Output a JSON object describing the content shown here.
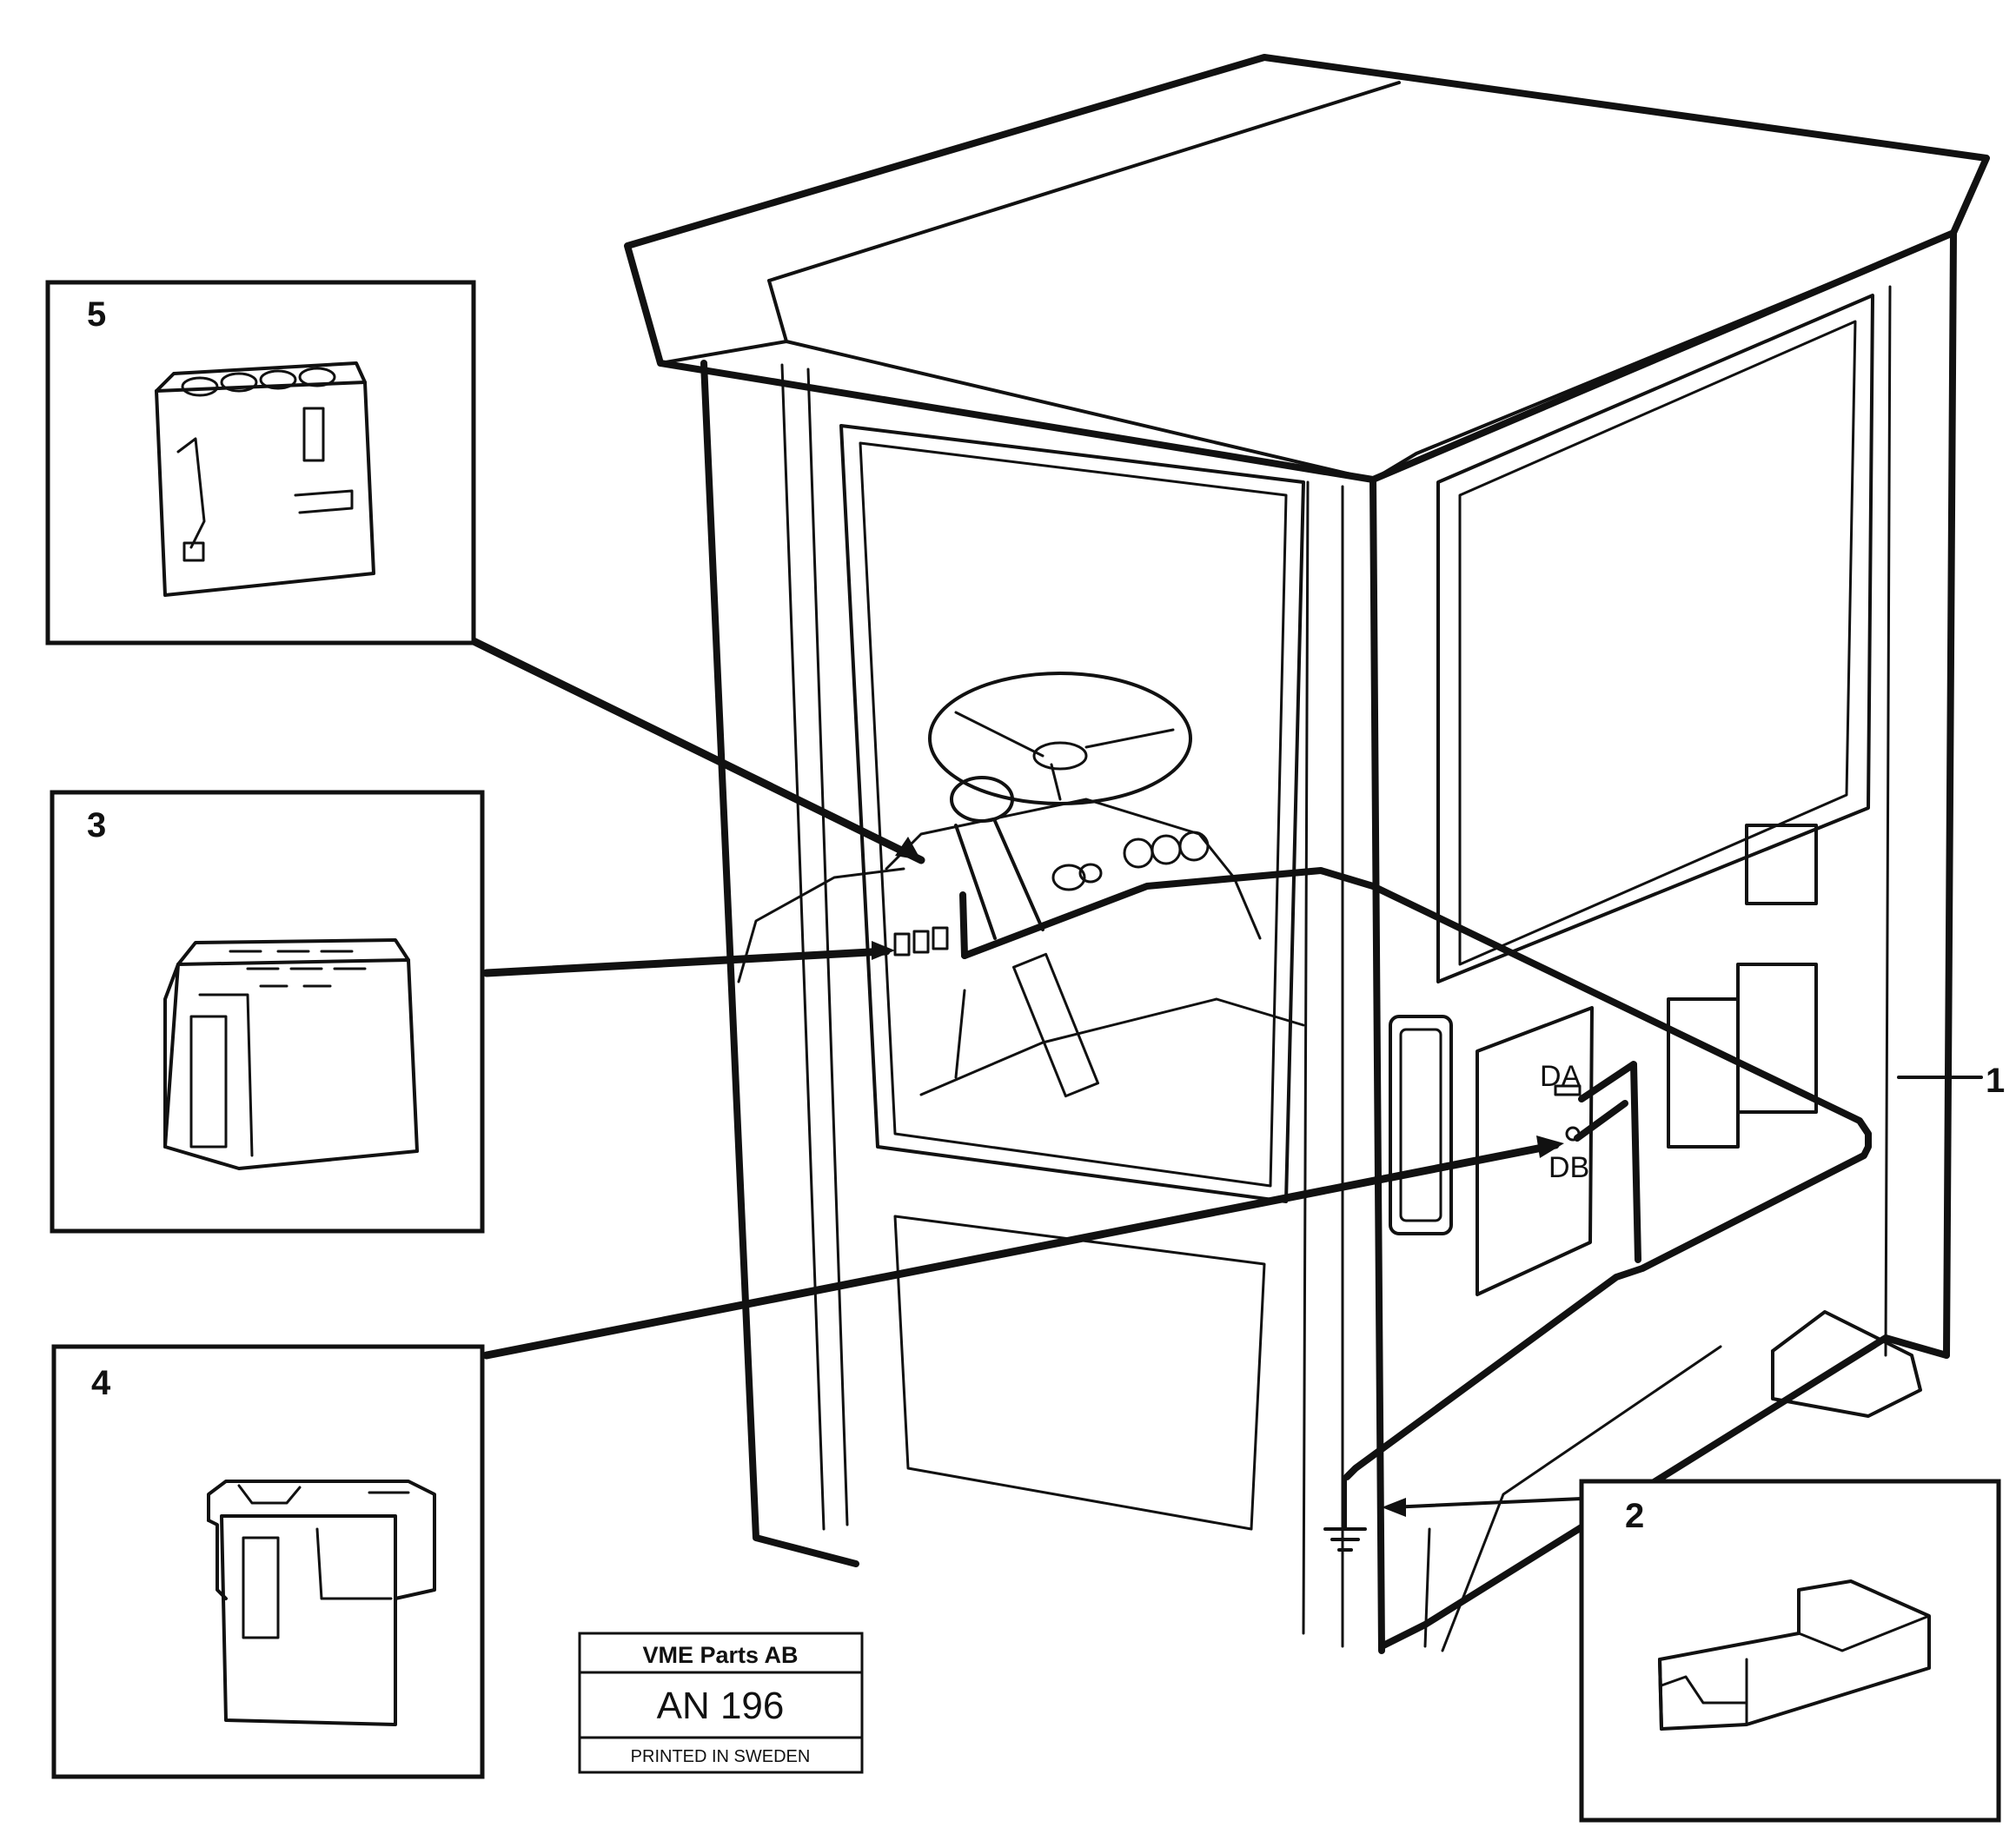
{
  "callouts": [
    {
      "id": "1",
      "label": "1"
    },
    {
      "id": "2",
      "label": "2"
    },
    {
      "id": "3",
      "label": "3"
    },
    {
      "id": "4",
      "label": "4"
    },
    {
      "id": "5",
      "label": "5"
    }
  ],
  "panel_labels": {
    "da": "DA",
    "db": "DB"
  },
  "title_block": {
    "company": "VME Parts AB",
    "drawing_no": "AN 196",
    "printed": "PRINTED IN SWEDEN"
  }
}
